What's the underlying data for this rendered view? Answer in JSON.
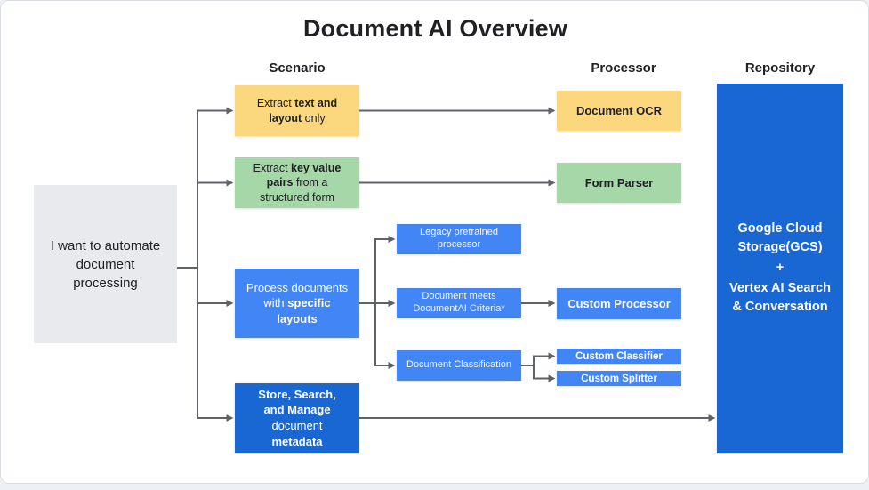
{
  "title": "Document AI Overview",
  "columns": {
    "scenario": "Scenario",
    "processor": "Processor",
    "repository": "Repository"
  },
  "start_box": {
    "text": "I want to automate document processing"
  },
  "scenario_boxes": {
    "extract_text": {
      "p1": "Extract ",
      "p2": "text and layout",
      "p3": " only"
    },
    "extract_kv": {
      "p1": "Extract ",
      "p2": "key value pairs",
      "p3": " from a structured form"
    },
    "specific_layouts": {
      "p1": "Process documents with ",
      "p2": "specific layouts"
    },
    "store_manage": {
      "p1": "Store, Search, and Manage",
      "p2": " document ",
      "p3": "metadata"
    }
  },
  "sub_boxes": {
    "legacy": "Legacy pretrained processor",
    "criteria": "Document meets DocumentAI Criteria*",
    "classification": "Document Classification"
  },
  "processor_boxes": {
    "ocr": "Document OCR",
    "form_parser": "Form Parser",
    "custom_processor": "Custom Processor",
    "custom_classifier": "Custom Classifier",
    "custom_splitter": "Custom Splitter"
  },
  "repository_box": {
    "line1": "Google Cloud Storage(GCS)",
    "line2": "+",
    "line3": "Vertex AI Search & Conversation"
  },
  "colors": {
    "yellow": "#FBD77E",
    "green": "#A5D7A8",
    "blue": "#4285F4",
    "dark_blue": "#1967D2",
    "gray": "#E8EAED",
    "arrow": "#5F6368",
    "text_dark": "#202124"
  }
}
